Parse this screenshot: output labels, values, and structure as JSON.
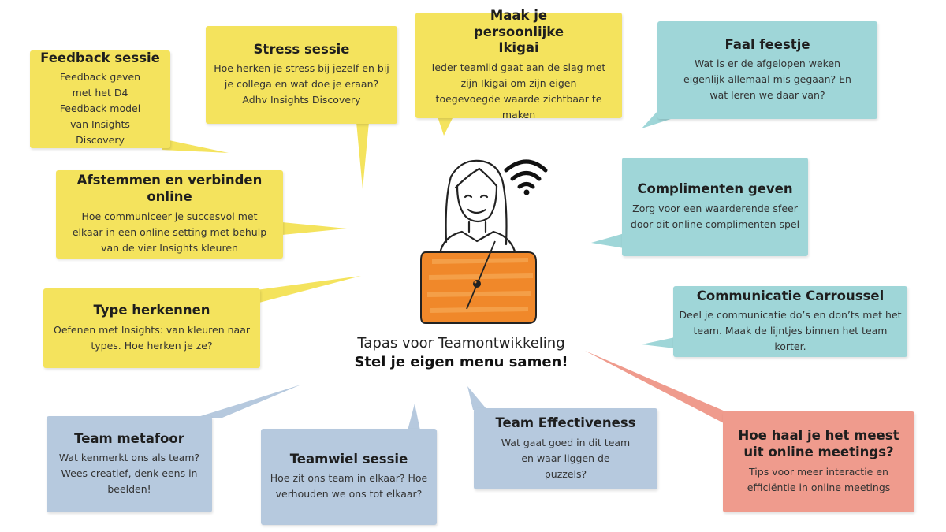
{
  "center": {
    "line1": "Tapas voor Teamontwikkeling",
    "line2": "Stel je eigen menu samen!"
  },
  "bubbles": [
    {
      "id": "feedback",
      "title": "Feedback sessie",
      "description": "Feedback geven met het D4 Feedback model van Insights Discovery",
      "color": "#f4e35d"
    },
    {
      "id": "stress",
      "title": "Stress sessie",
      "description": "Hoe herken je stress bij jezelf en bij je collega en wat doe je eraan? Adhv Insights Discovery",
      "color": "#f4e35d"
    },
    {
      "id": "ikigai",
      "title": "Maak je persoonlijke Ikigai",
      "description": "Ieder teamlid gaat aan de slag met zijn Ikigai om zijn eigen toegevoegde waarde zichtbaar te maken",
      "color": "#f4e35d"
    },
    {
      "id": "faal",
      "title": "Faal feestje",
      "description": "Wat is er de afgelopen weken eigenlijk allemaal mis gegaan? En wat leren we daar van?",
      "color": "#9fd6d8"
    },
    {
      "id": "afstemmen",
      "title": "Afstemmen en verbinden online",
      "description": "Hoe communiceer je succesvol met elkaar in een online setting met behulp van de vier Insights kleuren",
      "color": "#f4e35d"
    },
    {
      "id": "complimenten",
      "title": "Complimenten geven",
      "description": "Zorg voor een waarderende sfeer door dit online complimenten spel",
      "color": "#9fd6d8"
    },
    {
      "id": "type",
      "title": "Type herkennen",
      "description": "Oefenen met Insights: van kleuren naar types. Hoe herken je ze?",
      "color": "#f4e35d"
    },
    {
      "id": "carroussel",
      "title": "Communicatie Carroussel",
      "description": "Deel je communicatie do’s en don’ts met het team. Maak de lijntjes binnen het team korter.",
      "color": "#9fd6d8"
    },
    {
      "id": "metafoor",
      "title": "Team metafoor",
      "description": "Wat kenmerkt ons als team? Wees creatief, denk eens in beelden!",
      "color": "#b6c9de"
    },
    {
      "id": "teamwiel",
      "title": "Teamwiel sessie",
      "description": "Hoe zit ons team in elkaar? Hoe verhouden we ons tot elkaar?",
      "color": "#b6c9de"
    },
    {
      "id": "effectiveness",
      "title": "Team Effectiveness",
      "description": "Wat gaat goed in dit team en waar liggen de puzzels?",
      "color": "#b6c9de"
    },
    {
      "id": "meetings",
      "title": "Hoe haal je het meest uit online meetings?",
      "description": "Tips voor meer interactie en efficiëntie in online meetings",
      "color": "#ef9b8d"
    }
  ]
}
